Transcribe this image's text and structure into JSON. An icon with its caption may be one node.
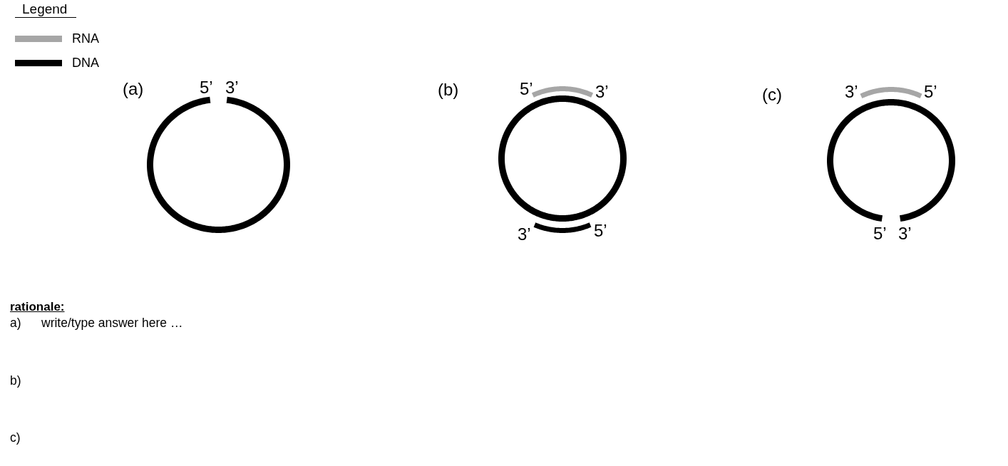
{
  "diagram": {
    "nodes": [
      {
        "text": [],
        "shape": "circle"
      },
      {
        "text": [],
        "shape": "circle"
      },
      {
        "text": [],
        "shape": "circle"
      }
    ],
    "labels": [
      "Legend",
      "(a)",
      "5’",
      "3’",
      "(b)",
      "5’",
      "3’",
      "3’",
      "5’",
      "(c)",
      "3’",
      "5’",
      "5’",
      "3’",
      "rationale:",
      "a)",
      "write/type answer here …",
      "b)",
      "c)"
    ],
    "legend": [
      {
        "text": "RNA",
        "color": "#a6a6a6"
      },
      {
        "text": "DNA",
        "color": "#000000"
      }
    ]
  }
}
